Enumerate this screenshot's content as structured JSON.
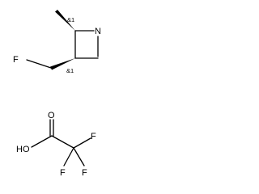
{
  "molecule": {
    "atom_N": "N",
    "atom_F": "F",
    "stereo_c2": "&1",
    "stereo_c3": "&1"
  },
  "counterion": {
    "atom_O_carbonyl": "O",
    "atom_HO": "HO",
    "atom_F_top": "F",
    "atom_F_right": "F",
    "atom_F_bottom": "F"
  }
}
